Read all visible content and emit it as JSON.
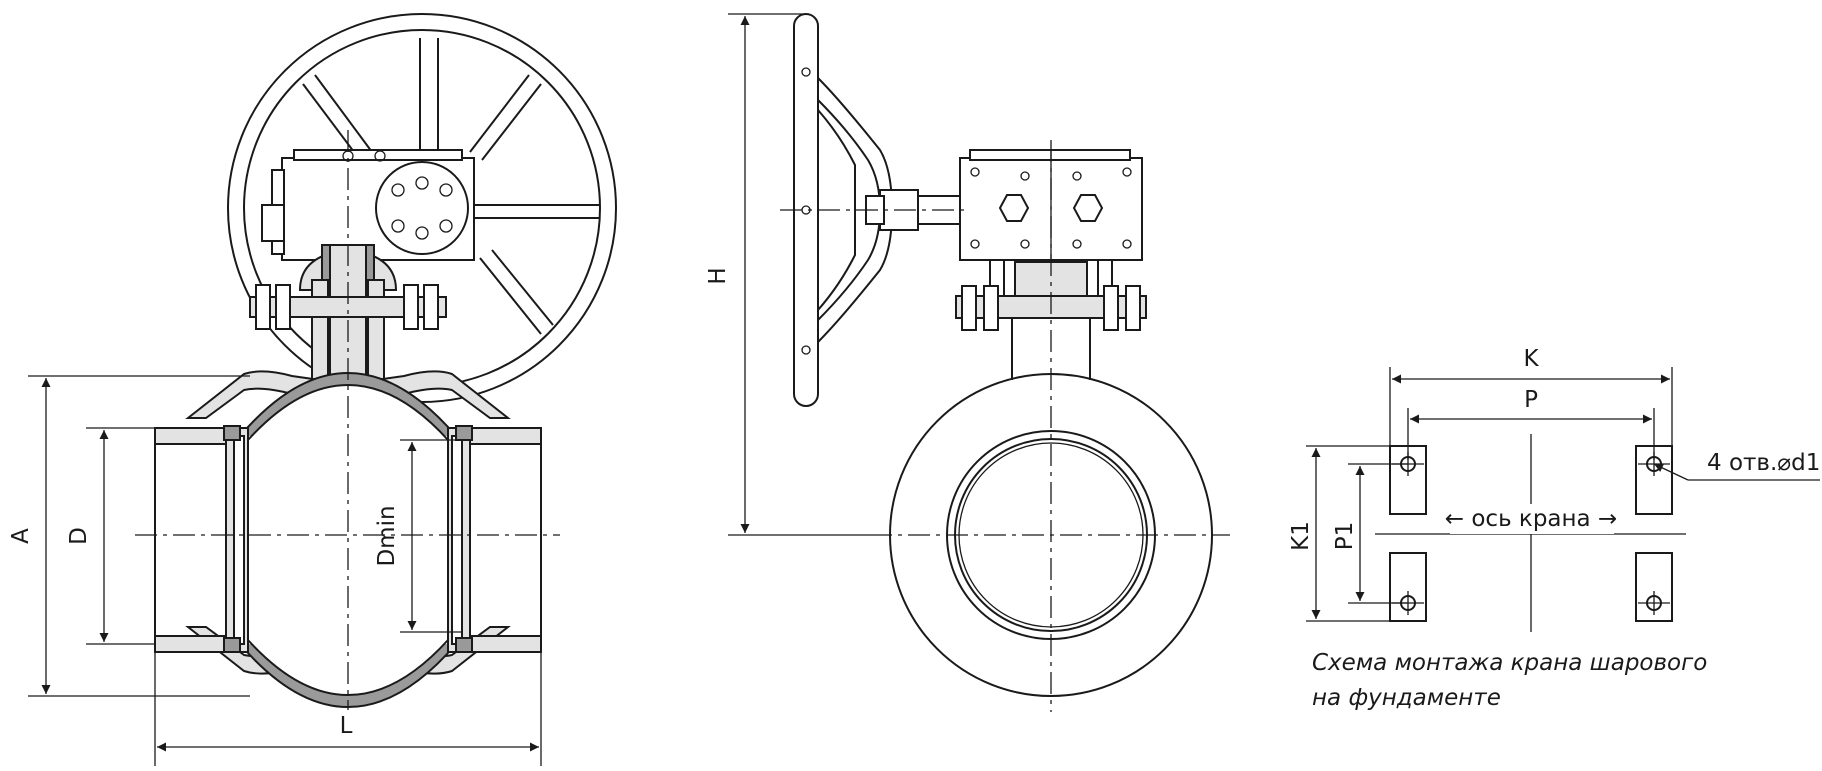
{
  "labels": {
    "A": "A",
    "D": "D",
    "Dmin": "Dmin",
    "L": "L",
    "H": "H",
    "K": "K",
    "P": "P",
    "K1": "K1",
    "P1": "P1",
    "holes": "4 отв.⌀d1",
    "axis": "← ось крана →"
  },
  "caption": {
    "line1": "Схема монтажа крана шарового",
    "line2": "на фундаменте"
  }
}
